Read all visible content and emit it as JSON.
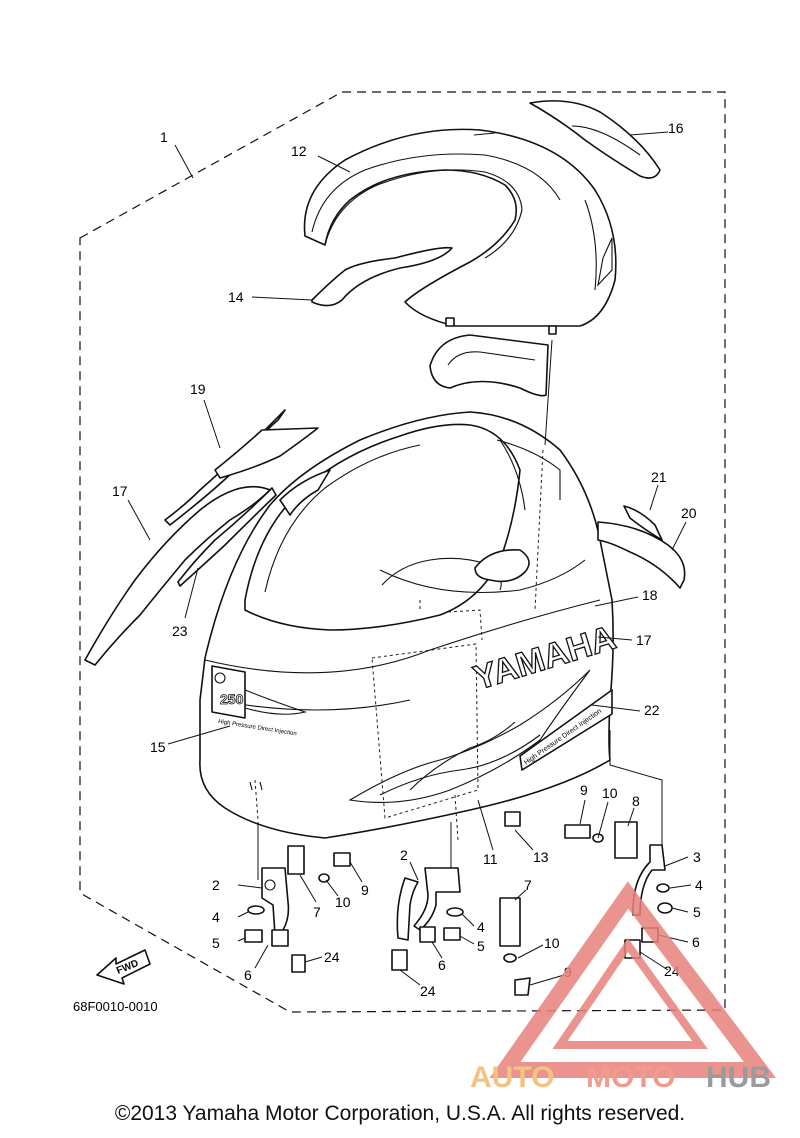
{
  "diagram_code": "68F0010-0010",
  "copyright": "©2013 Yamaha Motor Corporation, U.S.A. All rights reserved.",
  "fwd_label": "FWD",
  "decals": {
    "yamaha_text": "YAMAHA",
    "model_number": "250",
    "decal_small_text": "High Pressure Direct Injection"
  },
  "watermark": {
    "text_auto": "AUTO",
    "text_moto": "MOTO",
    "text_hub": "HUB",
    "color_triangle": "#e8827c",
    "color_auto": "#f2b96d",
    "color_moto": "#ee8a7a",
    "color_hub": "#8a8a8a"
  },
  "callouts": [
    "1",
    "12",
    "16",
    "14",
    "19",
    "17",
    "23",
    "21",
    "20",
    "18",
    "17",
    "22",
    "15",
    "11",
    "13",
    "9",
    "10",
    "8",
    "3",
    "4",
    "5",
    "6",
    "24",
    "2",
    "7",
    "10",
    "9",
    "2",
    "4",
    "5",
    "6",
    "24",
    "4",
    "5",
    "6",
    "7",
    "10",
    "9",
    "24"
  ]
}
